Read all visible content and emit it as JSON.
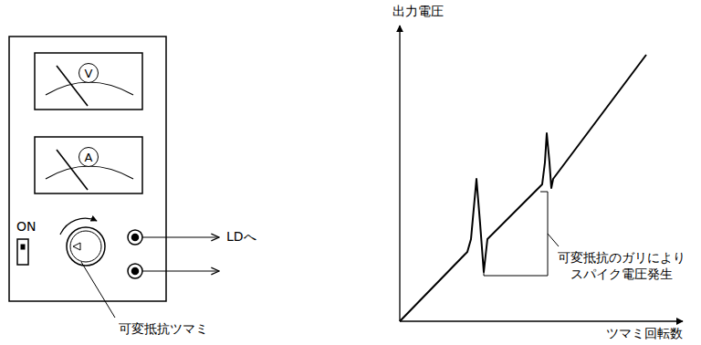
{
  "diagram": {
    "nodes": [
      {
        "text": [
          "V"
        ]
      },
      {
        "text": [
          "A"
        ]
      }
    ],
    "edges": [],
    "labels": [
      "ON",
      "LDへ",
      "可変抵抗ツマミ",
      "出力電圧",
      "ツマミ回転数",
      "可変抵抗のガリにより スパイク電圧発生"
    ]
  }
}
